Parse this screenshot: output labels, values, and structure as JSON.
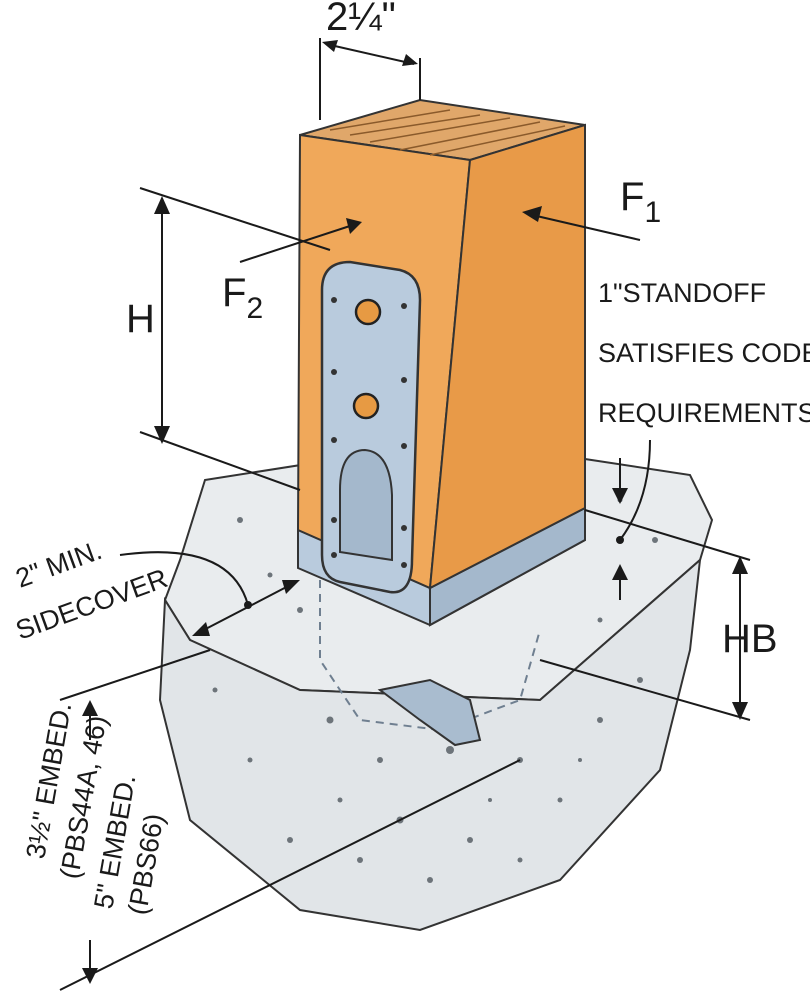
{
  "labels": {
    "width_dim": "2¼\"",
    "f1_main": "F",
    "f1_sub": "1",
    "f2_main": "F",
    "f2_sub": "2",
    "h": "H",
    "hb": "HB",
    "standoff_line1": "1\"STANDOFF",
    "standoff_line2": "SATISFIES CODE",
    "standoff_line3": "REQUIREMENTS",
    "sidecover_line1": "2\" MIN.",
    "sidecover_line2": "SIDECOVER",
    "embed1_line1": "3½\" EMBED.",
    "embed1_line2": "(PBS44A, 46)",
    "embed2_line1": "5\" EMBED.",
    "embed2_line2": "(PBS66)"
  },
  "colors": {
    "post_front": "#f0a85a",
    "post_side": "#e89a48",
    "post_top": "#e0a76a",
    "bracket": "#b9cbdd",
    "bracket_dark": "#8fa7bf",
    "concrete": "#e9ecee",
    "concrete_dark": "#d9dde0"
  }
}
